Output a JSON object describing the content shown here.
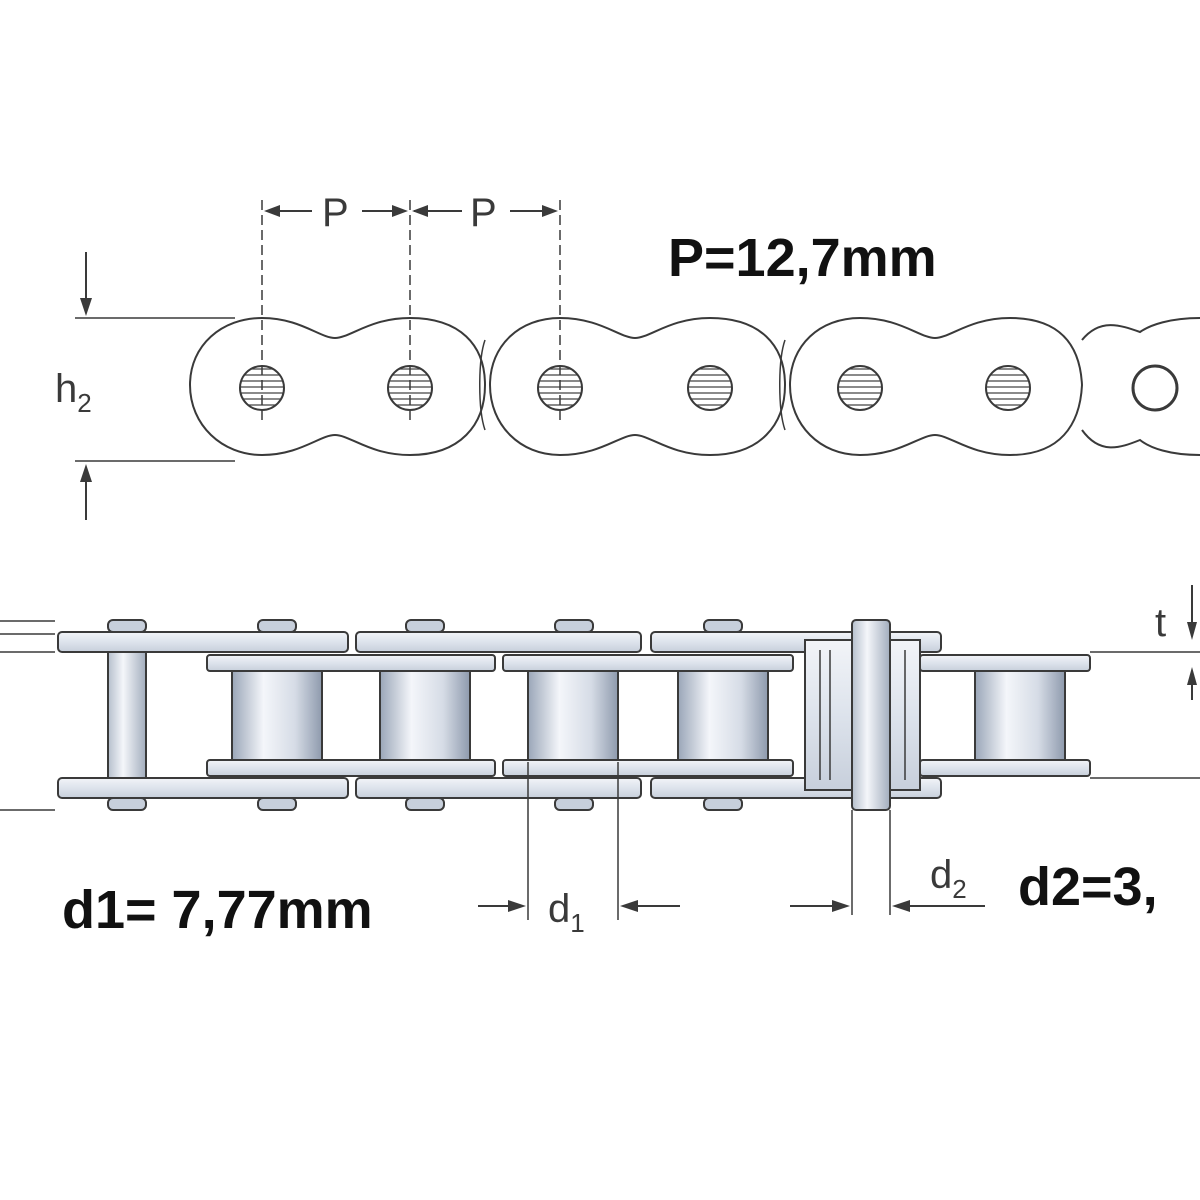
{
  "labels": {
    "pitch": "P",
    "plate_height_main": "h",
    "plate_height_sub": "2",
    "plate_thickness": "t",
    "roller_diameter_main": "d",
    "roller_diameter_sub": "1",
    "pin_diameter_main": "d",
    "pin_diameter_sub": "2"
  },
  "specs": {
    "pitch_value": "P=12,7mm",
    "d1_value": "d1= 7,77mm",
    "d2_value": "d2=3,"
  },
  "colors": {
    "line": "#3a3a3a",
    "plate_fill": "#dfe5ee",
    "roller_light": "#f4f6fa",
    "roller_dark": "#a9b3c2",
    "spec_text": "#111111"
  }
}
